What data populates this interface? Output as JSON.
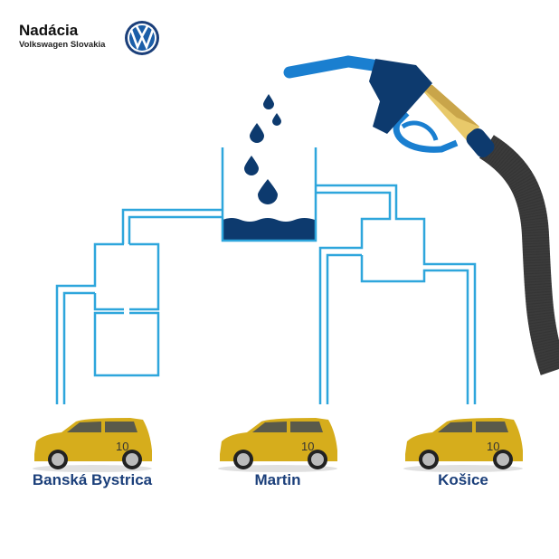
{
  "brand": {
    "title": "Nadácia",
    "subtitle": "Volkswagen Slovakia",
    "logo": "vw-logo"
  },
  "cities": [
    {
      "name": "Banská Bystrica",
      "car_number": "10"
    },
    {
      "name": "Martin",
      "car_number": "10"
    },
    {
      "name": "Košice",
      "car_number": "10"
    }
  ],
  "colors": {
    "dark_blue": "#0d3a6e",
    "pipe_blue": "#2ea6dc",
    "gold": "#d8b456",
    "hose": "#3b3b3b",
    "car_yellow": "#d6ad1c"
  }
}
